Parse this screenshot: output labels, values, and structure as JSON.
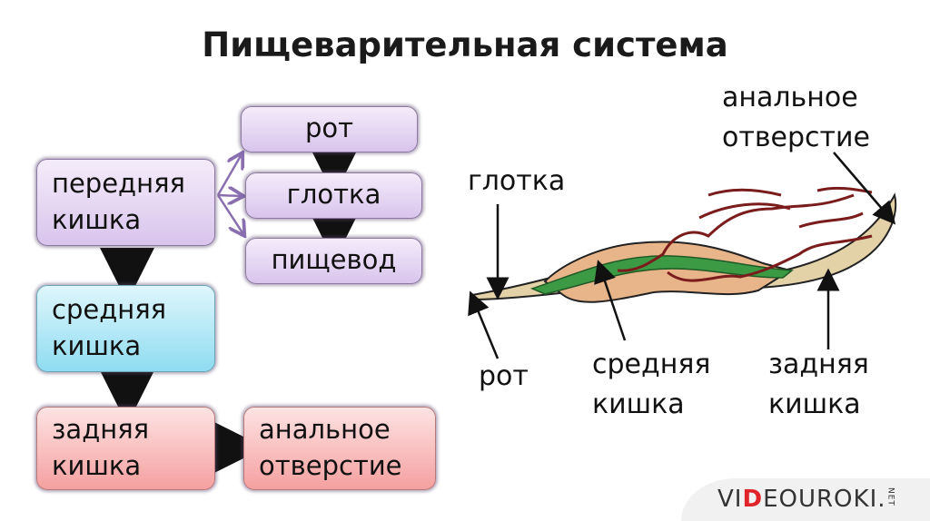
{
  "title": "Пищеварительная система",
  "flowchart": {
    "foregut": "передняя кишка",
    "mouth": "рот",
    "pharynx": "глотка",
    "esophagus": "пищевод",
    "midgut": "средняя кишка",
    "hindgut": "задняя кишка",
    "anus": "анальное отверстие"
  },
  "illustration": {
    "label_anus": "анальное отверстие",
    "label_pharynx": "глотка",
    "label_mouth": "рот",
    "label_midgut": "средняя кишка",
    "label_hindgut": "задняя кишка"
  },
  "logo": {
    "text_pre": "VI",
    "text_d": "D",
    "text_post": "EOUROKI.",
    "suffix": "NET"
  },
  "colors": {
    "purple": "#d9c4ec",
    "cyan": "#8fdcf1",
    "red": "#f5a0a0",
    "gut_green": "#3c9a45",
    "body": "#e8b48a",
    "intestine": "#7a1c1c"
  }
}
